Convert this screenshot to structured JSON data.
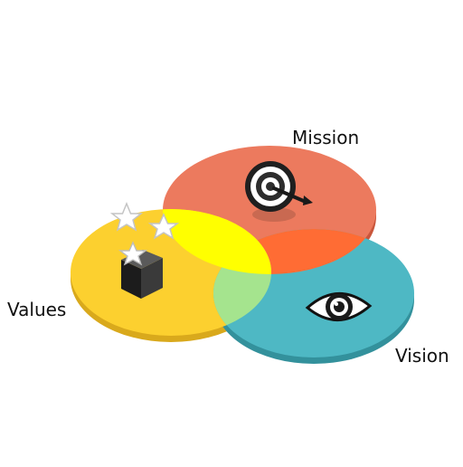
{
  "labels": {
    "mission": "Mission",
    "values": "Values",
    "vision": "Vision"
  },
  "colors": {
    "mission": "#EC7A5E",
    "mission_side": "#C9563C",
    "values": "#FCD02F",
    "values_side": "#D9A91C",
    "vision": "#4EB8C4",
    "vision_side": "#33919C",
    "mission_values_overlap": "#FFFF00",
    "values_vision_overlap": "#A5E48E",
    "mission_vision_overlap": "#FF6C34"
  },
  "icons": {
    "mission": "target-arrow-icon",
    "values": "box-stars-icon",
    "vision": "eye-icon"
  }
}
